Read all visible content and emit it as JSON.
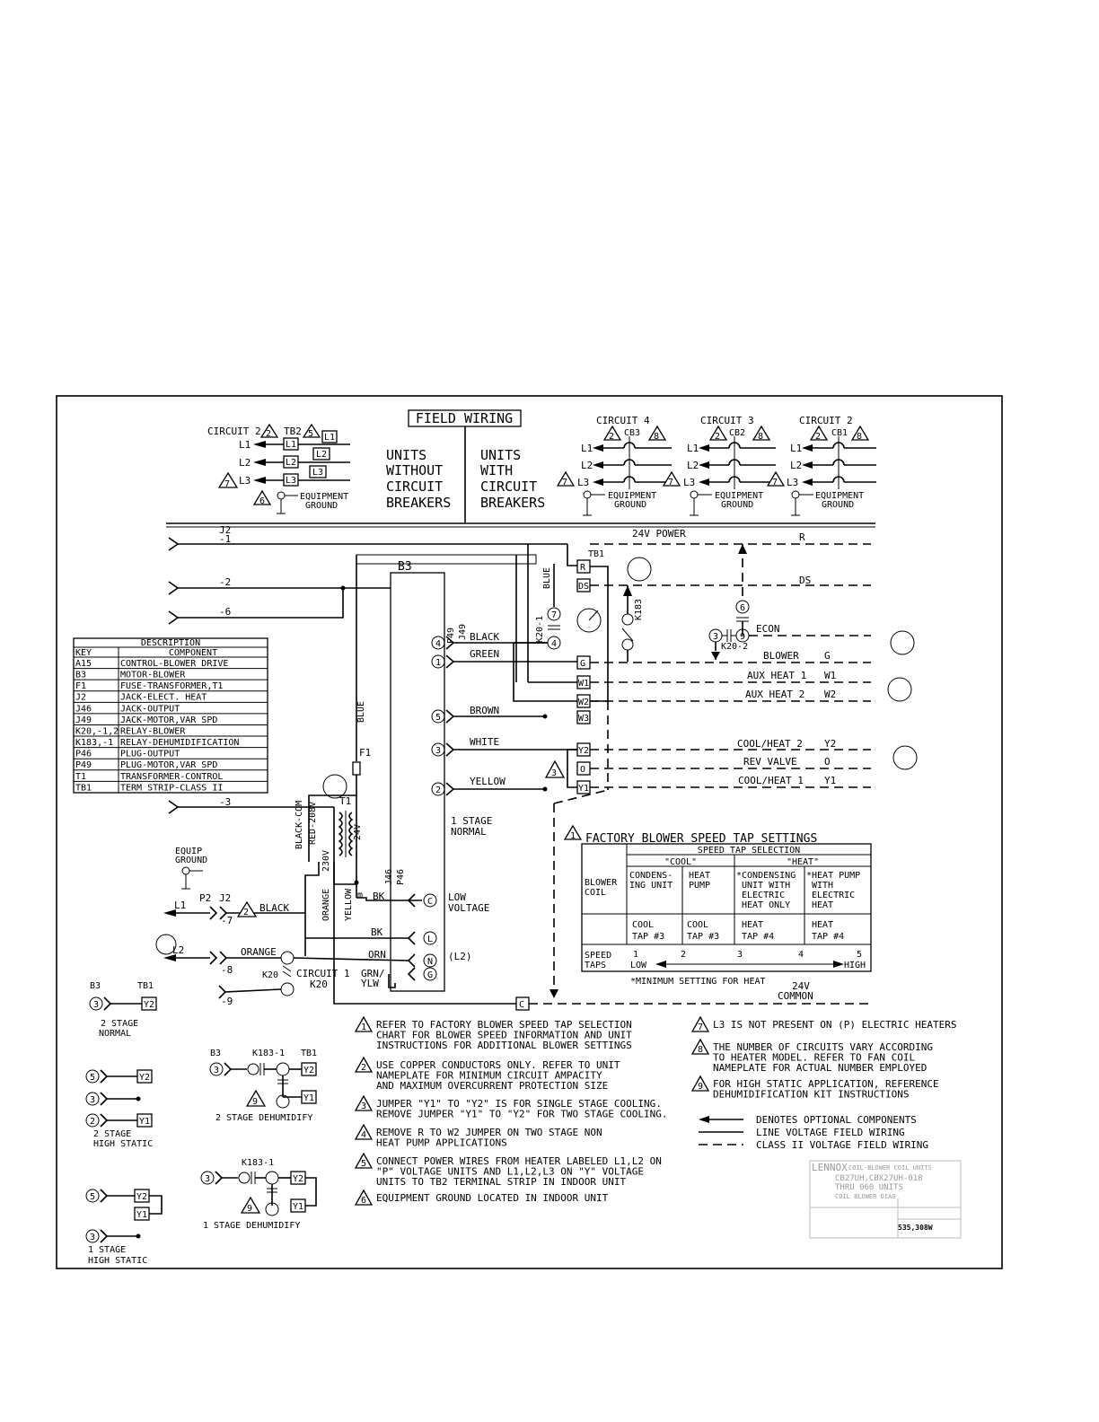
{
  "field_wiring": {
    "title": "FIELD WIRING",
    "left": [
      "UNITS",
      "WITHOUT",
      "CIRCUIT",
      "BREAKERS"
    ],
    "right": [
      "UNITS",
      "WITH",
      "CIRCUIT",
      "BREAKERS"
    ],
    "tb2_circuit": "CIRCUIT 2",
    "tb2": "TB2",
    "equipment_ground": [
      "EQUIPMENT",
      "GROUND"
    ],
    "breakers": [
      {
        "circuit": "CIRCUIT 4",
        "cb": "CB3"
      },
      {
        "circuit": "CIRCUIT 3",
        "cb": "CB2"
      },
      {
        "circuit": "CIRCUIT 2",
        "cb": "CB1"
      }
    ],
    "lines": [
      "L1",
      "L2",
      "L3"
    ]
  },
  "wires": {
    "j2": "J2",
    "j2_pins": [
      "-1",
      "-2",
      "-6",
      "-3",
      "-7",
      "-8",
      "-9"
    ],
    "b3": "B3",
    "p49": "P49",
    "j49": "J49",
    "blue": "BLUE",
    "black": "BLACK",
    "green": "GREEN",
    "brown": "BROWN",
    "white": "WHITE",
    "yellow": "YELLOW",
    "orange": "ORANGE",
    "black_com": "BLACK-COM",
    "red_208": "RED-208V",
    "v230": "230V",
    "v24": "24V",
    "t1": "T1",
    "f1": "F1",
    "k20_1": "K20-1",
    "k20_2": "K20-2",
    "k20": "K20",
    "k183": "K183",
    "tb1": "TB1",
    "stage_normal": [
      "1 STAGE",
      "NORMAL"
    ],
    "j46": "J46",
    "p46": "P46",
    "low_voltage": [
      "LOW",
      "VOLTAGE"
    ],
    "bk": "BK",
    "orn": "ORN",
    "grn_ylw": [
      "GRN/",
      "YLW"
    ],
    "l2_paren": "(L2)",
    "equip_ground": [
      "EQUIP",
      "GROUND"
    ],
    "l1": "L1",
    "l2": "L2",
    "p2": "P2",
    "circuit1": [
      "CIRCUIT 1",
      "K20"
    ],
    "power_24v": "24V POWER",
    "common_24v": [
      "24V",
      "COMMON"
    ]
  },
  "terminals": [
    "R",
    "DS",
    "G",
    "W1",
    "W2",
    "W3",
    "Y2",
    "O",
    "Y1",
    "C"
  ],
  "plug_pins": [
    "4",
    "1",
    "5",
    "3",
    "2"
  ],
  "relay_pins": [
    "7",
    "4",
    "3",
    "9",
    "6"
  ],
  "jack_pins": [
    "C",
    "L",
    "N",
    "G"
  ],
  "signals": [
    {
      "label": "R",
      "code": ""
    },
    {
      "label": "DS",
      "code": ""
    },
    {
      "label": "ECON",
      "code": ""
    },
    {
      "label": "BLOWER",
      "code": "G"
    },
    {
      "label": "AUX HEAT 1",
      "code": "W1"
    },
    {
      "label": "AUX HEAT 2",
      "code": "W2"
    },
    {
      "label": "COOL/HEAT 2",
      "code": "Y2"
    },
    {
      "label": "REV VALVE",
      "code": "O"
    },
    {
      "label": "COOL/HEAT 1",
      "code": "Y1"
    }
  ],
  "description_table": {
    "title": "DESCRIPTION",
    "headers": [
      "KEY",
      "COMPONENT"
    ],
    "rows": [
      [
        "A15",
        "CONTROL-BLOWER DRIVE"
      ],
      [
        "B3",
        "MOTOR-BLOWER"
      ],
      [
        "F1",
        "FUSE-TRANSFORMER,T1"
      ],
      [
        "J2",
        "JACK-ELECT. HEAT"
      ],
      [
        "J46",
        "JACK-OUTPUT"
      ],
      [
        "J49",
        "JACK-MOTOR,VAR SPD"
      ],
      [
        "K20,-1,2",
        "RELAY-BLOWER"
      ],
      [
        "K183,-1",
        "RELAY-DEHUMIDIFICATION"
      ],
      [
        "P46",
        "PLUG-OUTPUT"
      ],
      [
        "P49",
        "PLUG-MOTOR,VAR SPD"
      ],
      [
        "T1",
        "TRANSFORMER-CONTROL"
      ],
      [
        "TB1",
        "TERM STRIP-CLASS II"
      ]
    ]
  },
  "speed_table": {
    "title": "FACTORY BLOWER SPEED TAP SETTINGS",
    "selection": "SPEED TAP SELECTION",
    "cool": "\"COOL\"",
    "heat": "\"HEAT\"",
    "blower_coil": [
      "BLOWER",
      "COIL"
    ],
    "condensing": [
      "CONDENS-",
      "ING UNIT"
    ],
    "heat_pump": [
      "HEAT",
      "PUMP"
    ],
    "cond_elec": [
      "*CONDENSING",
      "UNIT WITH",
      "ELECTRIC",
      "HEAT ONLY"
    ],
    "hp_elec": [
      "*HEAT PUMP",
      "WITH",
      "ELECTRIC",
      "HEAT"
    ],
    "taps": [
      [
        "COOL",
        "TAP #3"
      ],
      [
        "COOL",
        "TAP #3"
      ],
      [
        "HEAT",
        "TAP #4"
      ],
      [
        "HEAT",
        "TAP #4"
      ]
    ],
    "speed_taps": [
      "SPEED",
      "TAPS"
    ],
    "numbers": [
      "1",
      "2",
      "3",
      "4",
      "5"
    ],
    "low": "LOW",
    "high": "HIGH",
    "footnote": "*MINIMUM SETTING FOR HEAT"
  },
  "options": {
    "b3": "B3",
    "tb1": "TB1",
    "k183_1": "K183-1",
    "pin_labels": [
      "3",
      "5",
      "2",
      "9"
    ],
    "term_y2": "Y2",
    "term_y1": "Y1",
    "two_stage_normal": [
      "2 STAGE",
      "NORMAL"
    ],
    "two_stage_dehumidify": "2 STAGE DEHUMIDIFY",
    "two_stage_high_static": [
      "2 STAGE",
      "HIGH STATIC"
    ],
    "one_stage_dehumidify": "1 STAGE DEHUMIDIFY",
    "one_stage_high_static": [
      "1 STAGE",
      "HIGH STATIC"
    ]
  },
  "notes_left": [
    {
      "num": "1",
      "lines": [
        "REFER TO FACTORY BLOWER SPEED TAP SELECTION",
        "CHART FOR BLOWER SPEED INFORMATION AND UNIT",
        "INSTRUCTIONS FOR ADDITIONAL BLOWER SETTINGS"
      ]
    },
    {
      "num": "2",
      "lines": [
        "USE COPPER CONDUCTORS ONLY. REFER TO UNIT",
        "NAMEPLATE FOR MINIMUM CIRCUIT AMPACITY",
        "AND MAXIMUM OVERCURRENT PROTECTION SIZE"
      ]
    },
    {
      "num": "3",
      "lines": [
        "JUMPER \"Y1\" TO \"Y2\" IS FOR SINGLE STAGE COOLING.",
        "REMOVE JUMPER \"Y1\" TO \"Y2\" FOR TWO STAGE COOLING."
      ]
    },
    {
      "num": "4",
      "lines": [
        "REMOVE R TO W2 JUMPER ON TWO STAGE NON",
        "HEAT PUMP APPLICATIONS"
      ]
    },
    {
      "num": "5",
      "lines": [
        "CONNECT POWER WIRES FROM HEATER LABELED L1,L2 ON",
        "\"P\" VOLTAGE UNITS AND L1,L2,L3 ON \"Y\" VOLTAGE",
        "UNITS TO TB2 TERMINAL STRIP IN INDOOR UNIT"
      ]
    },
    {
      "num": "6",
      "lines": [
        "EQUIPMENT GROUND LOCATED IN INDOOR UNIT"
      ]
    }
  ],
  "notes_right": [
    {
      "num": "7",
      "lines": [
        "L3 IS NOT PRESENT ON (P) ELECTRIC HEATERS"
      ]
    },
    {
      "num": "8",
      "lines": [
        "THE NUMBER OF CIRCUITS VARY ACCORDING",
        "TO HEATER MODEL. REFER TO FAN COIL",
        "NAMEPLATE FOR ACTUAL NUMBER EMPLOYED"
      ]
    },
    {
      "num": "9",
      "lines": [
        "FOR HIGH STATIC APPLICATION, REFERENCE",
        "DEHUMIDIFICATION KIT INSTRUCTIONS"
      ]
    }
  ],
  "legend": [
    "DENOTES OPTIONAL COMPONENTS",
    "LINE VOLTAGE FIELD WIRING",
    "CLASS II VOLTAGE FIELD WIRING"
  ],
  "title_block": {
    "brand": "LENNOX",
    "lines": [
      "COIL-BLOWER COIL UNITS",
      "CB27UH,CBX27UH-018",
      "THRU 060 UNITS",
      "COIL BLOWER DIAG"
    ],
    "number": "535,308W"
  }
}
